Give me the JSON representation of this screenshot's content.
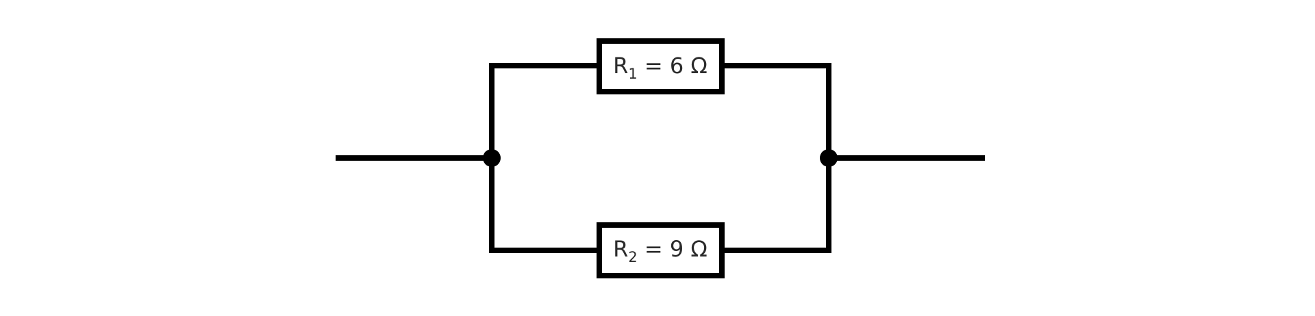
{
  "resistors": [
    {
      "symbol": "R",
      "subscript": "1",
      "value": " = 6 Ω"
    },
    {
      "symbol": "R",
      "subscript": "2",
      "value": " = 9 Ω"
    }
  ],
  "colors": {
    "wire": "#000000",
    "text": "#2b2b2b",
    "background": "#ffffff"
  }
}
